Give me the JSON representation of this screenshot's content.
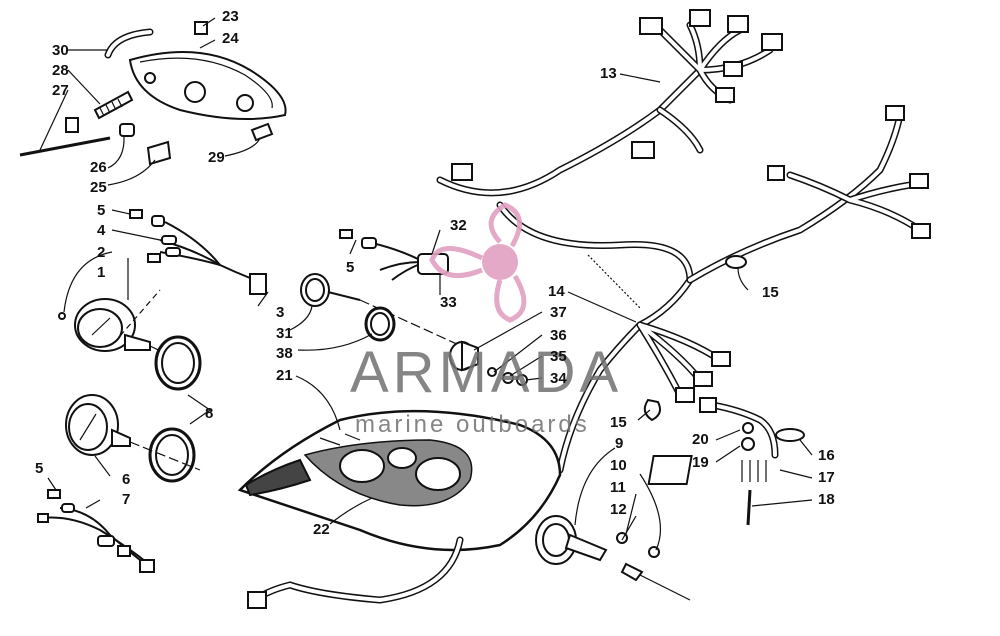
{
  "diagram": {
    "callouts": [
      "1",
      "2",
      "3",
      "4",
      "5",
      "6",
      "7",
      "8",
      "9",
      "10",
      "11",
      "12",
      "13",
      "14",
      "15",
      "16",
      "17",
      "18",
      "19",
      "20",
      "21",
      "22",
      "23",
      "24",
      "25",
      "26",
      "27",
      "28",
      "29",
      "30",
      "31",
      "32",
      "33",
      "34",
      "35",
      "36",
      "37",
      "38"
    ],
    "labels": {
      "l23": "23",
      "l24": "24",
      "l30": "30",
      "l28": "28",
      "l27": "27",
      "l26": "26",
      "l25": "25",
      "l29": "29",
      "l13": "13",
      "l5a": "5",
      "l4": "4",
      "l2": "2",
      "l1": "1",
      "l3": "3",
      "l32": "32",
      "l5b": "5",
      "l33": "33",
      "l31": "31",
      "l38": "38",
      "l21": "21",
      "l14": "14",
      "l15a": "15",
      "l37": "37",
      "l36": "36",
      "l35": "35",
      "l34": "34",
      "l8": "8",
      "l5c": "5",
      "l6": "6",
      "l7": "7",
      "l22": "22",
      "l15b": "15",
      "l9": "9",
      "l10": "10",
      "l11": "11",
      "l12": "12",
      "l20": "20",
      "l19": "19",
      "l16": "16",
      "l17": "17",
      "l18": "18"
    }
  },
  "watermark": {
    "title": "ARMADA",
    "subtitle": "marine outboards",
    "logo_color": "#e2a0c0"
  }
}
